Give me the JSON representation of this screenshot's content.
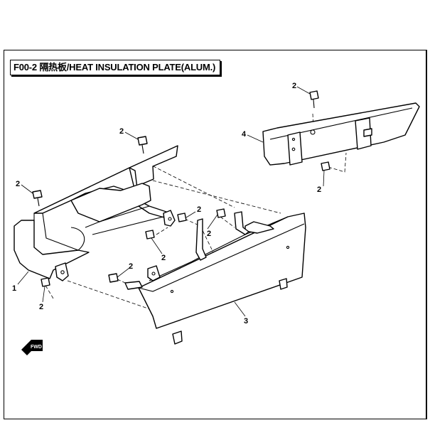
{
  "title": "F00-2 隔热板/HEAT INSULATION PLATE(ALUM.)",
  "direction_label": "FWD",
  "callouts": {
    "part1": "1",
    "part2": "2",
    "part3": "3",
    "part4": "4"
  }
}
